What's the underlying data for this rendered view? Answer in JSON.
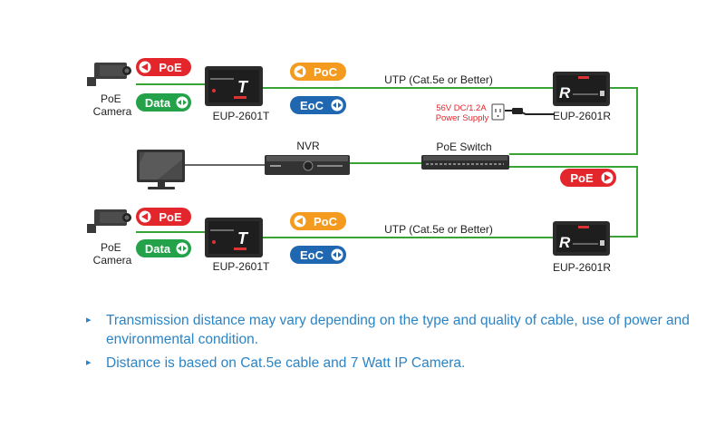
{
  "labels": {
    "camera_top": [
      "PoE",
      "Camera"
    ],
    "camera_bottom": [
      "PoE",
      "Camera"
    ],
    "tx_top": "EUP-2601T",
    "tx_bottom": "EUP-2601T",
    "rx_top": "EUP-2601R",
    "rx_bottom": "EUP-2601R",
    "utp_top": "UTP (Cat.5e or Better)",
    "utp_bottom": "UTP (Cat.5e or Better)",
    "power_supply": [
      "56V DC/1.2A",
      "Power Supply"
    ],
    "nvr": "NVR",
    "poe_switch": "PoE Switch"
  },
  "pills": {
    "poe_top": "PoE",
    "data_top": "Data",
    "poc_top": "PoC",
    "eoc_top": "EoC",
    "poe_right": "PoE",
    "poe_bottom": "PoE",
    "data_bottom": "Data",
    "poc_bottom": "PoC",
    "eoc_bottom": "EoC"
  },
  "notes": [
    "Transmission distance may vary depending on the type and quality of cable, use of power and environmental condition.",
    "Distance is based on Cat.5e cable and 7 Watt IP Camera."
  ],
  "colors": {
    "cable": "#3aa336",
    "poe_red": "#e3262c",
    "data_green": "#23a24a",
    "poc_orange": "#f39a1f",
    "eoc_blue": "#1f67b1",
    "note_blue": "#2a84c6",
    "power_red": "#e3262c"
  }
}
